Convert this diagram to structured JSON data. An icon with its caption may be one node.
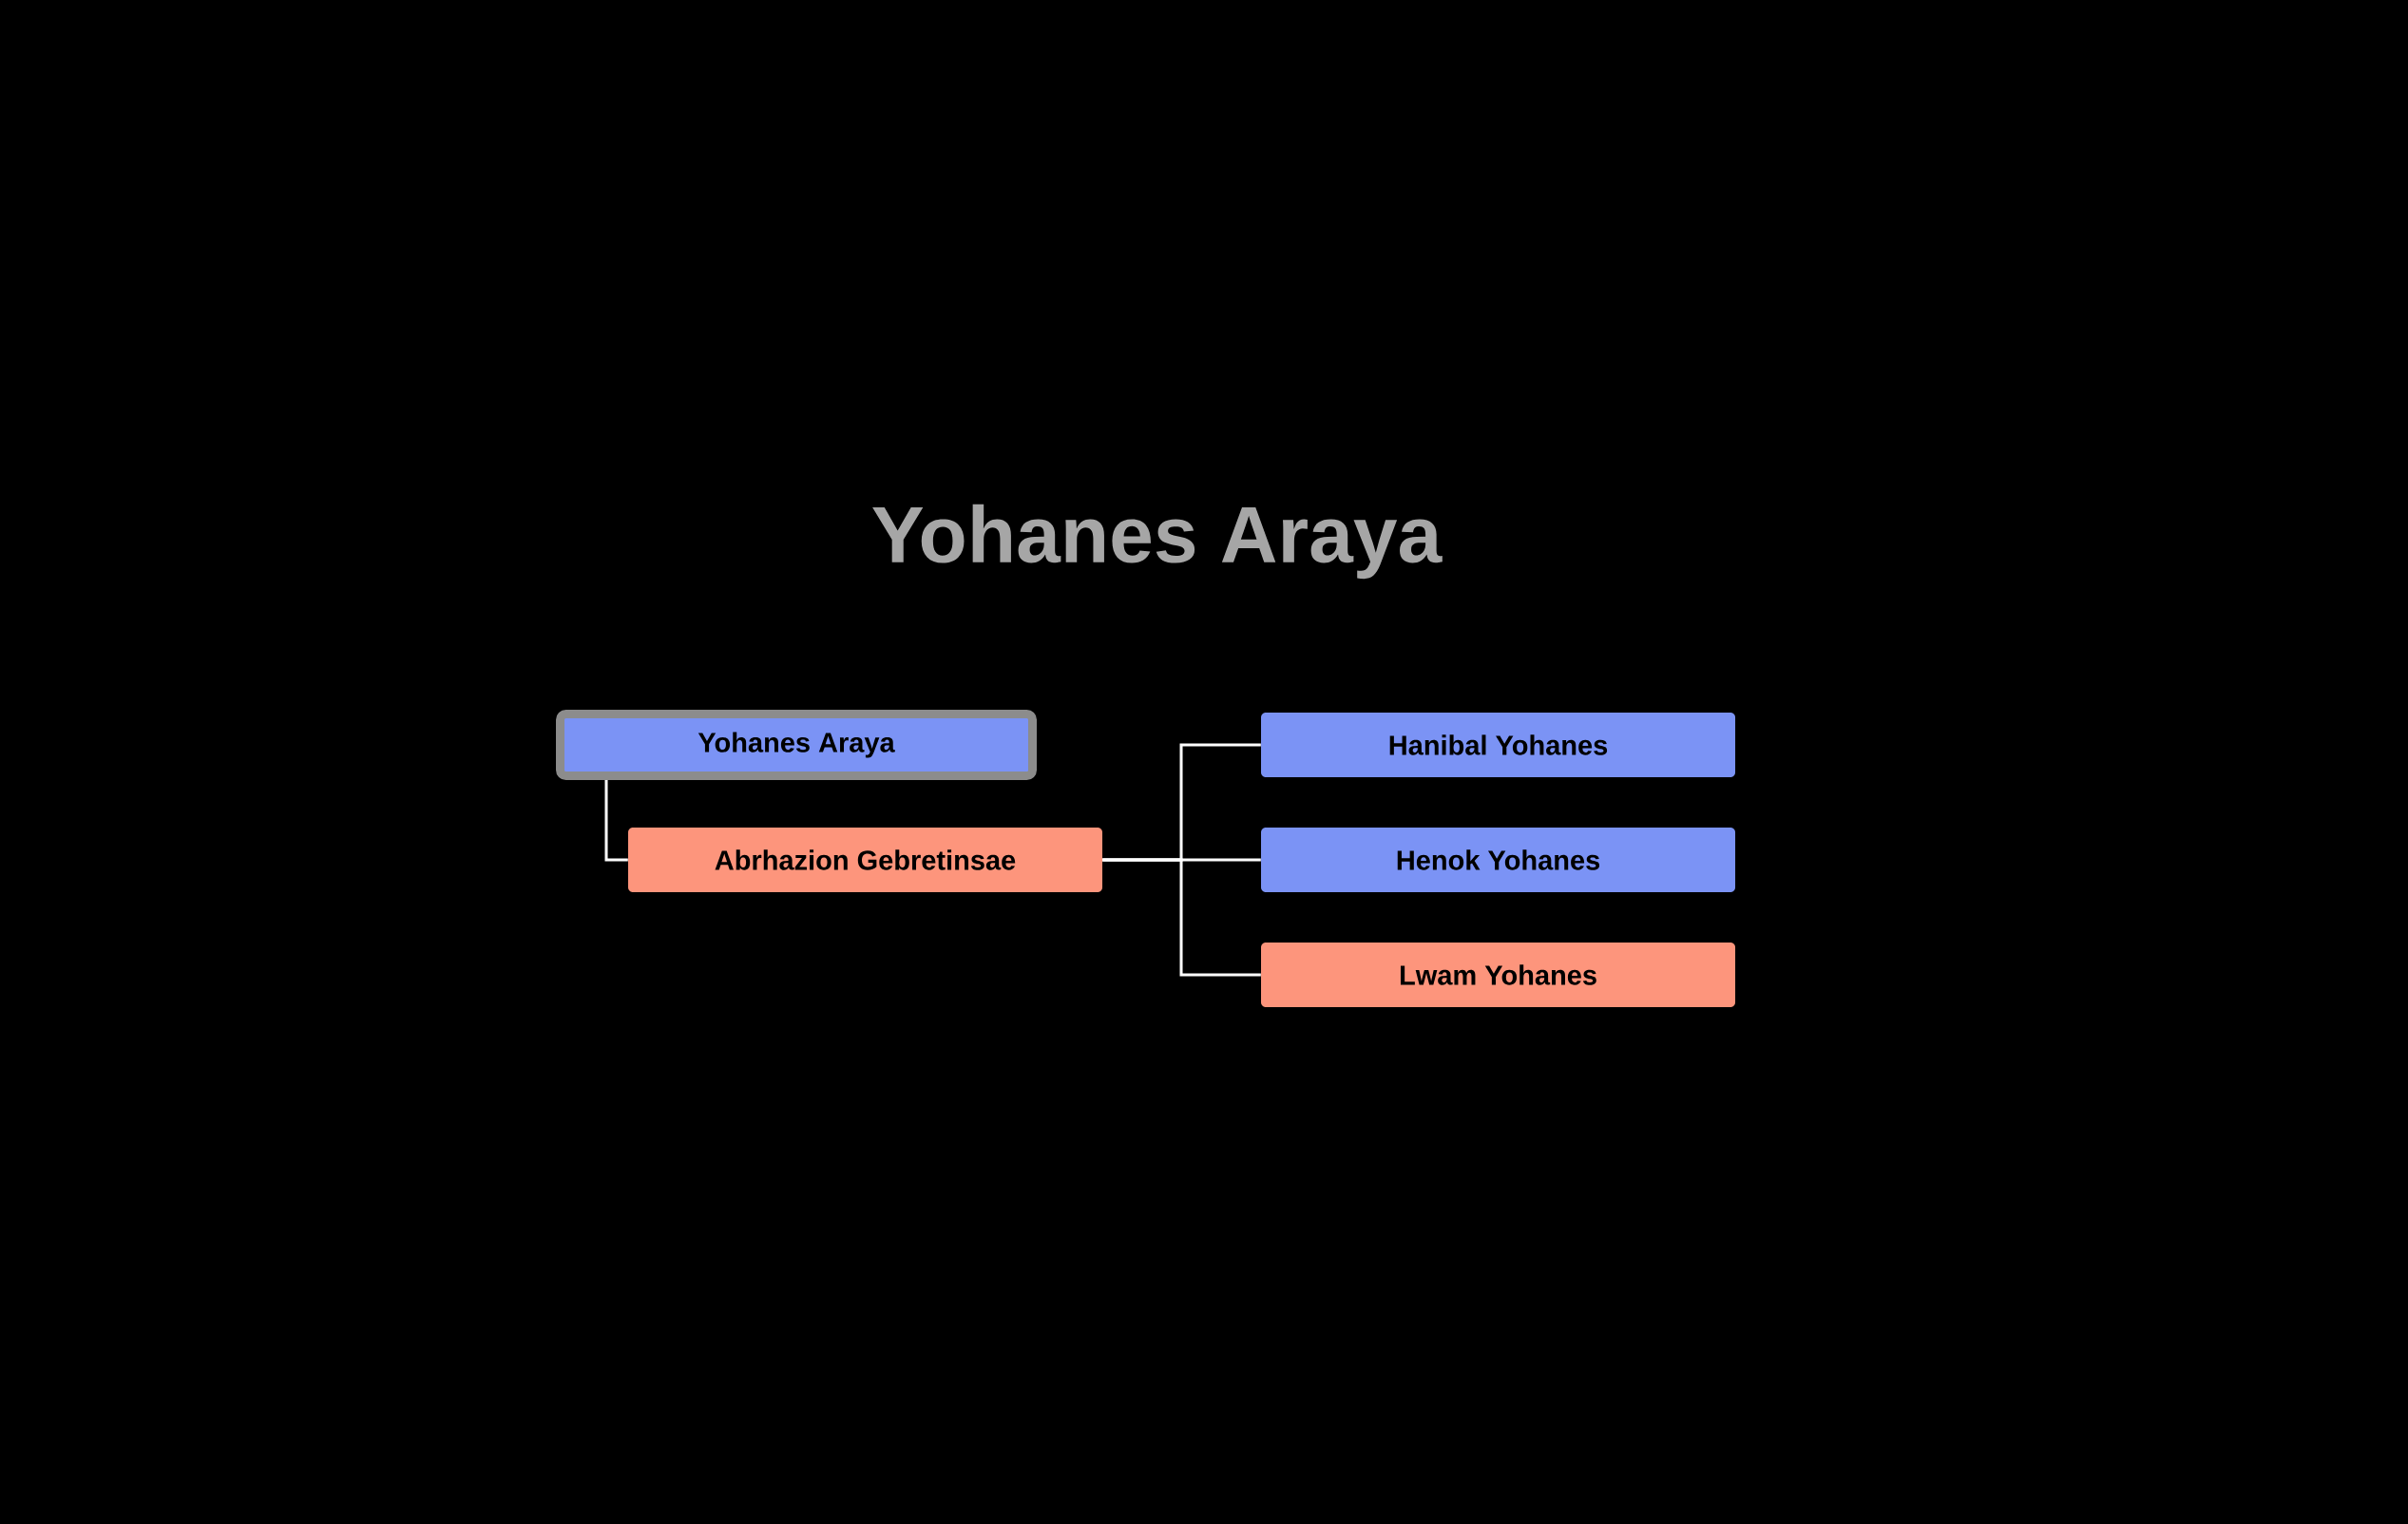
{
  "diagram": {
    "title": "Yohanes Araya",
    "nodes": [
      {
        "text": [
          "Yohanes Araya"
        ]
      },
      {
        "text": [
          "Abrhazion Gebretinsae"
        ]
      },
      {
        "text": [
          "Hanibal Yohanes"
        ]
      },
      {
        "text": [
          "Henok Yohanes"
        ]
      },
      {
        "text": [
          "Lwam Yohanes"
        ]
      }
    ],
    "edges": [
      {
        "from": 0,
        "to": 1,
        "arrow": "none"
      },
      {
        "from": 1,
        "to": 2,
        "arrow": "none"
      },
      {
        "from": 1,
        "to": 3,
        "arrow": "none"
      },
      {
        "from": 1,
        "to": 4,
        "arrow": "none"
      }
    ]
  }
}
